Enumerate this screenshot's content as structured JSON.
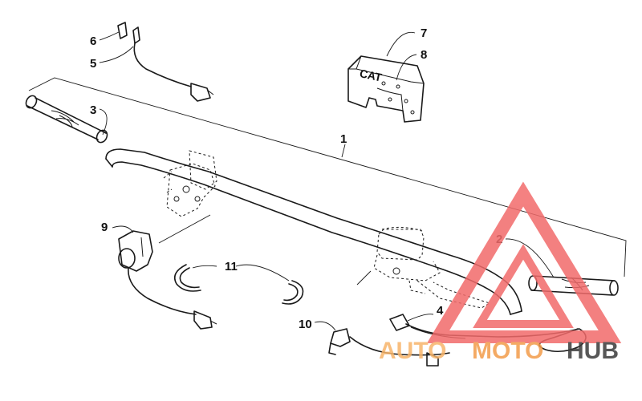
{
  "callouts": {
    "c1": "1",
    "c2": "2",
    "c3": "3",
    "c4": "4",
    "c5": "5",
    "c6": "6",
    "c7": "7",
    "c8": "8",
    "c9": "9",
    "c10": "10",
    "c11": "11"
  },
  "pad_logo": "CAT",
  "watermark": {
    "part1": "AUTO",
    "part2": "MOTO",
    "part3": "HUB",
    "color_light": "#f7b46a",
    "color_mid": "#f39c4a",
    "color_dark": "#3a3a3a",
    "triangle_color": "#f26b6b"
  }
}
